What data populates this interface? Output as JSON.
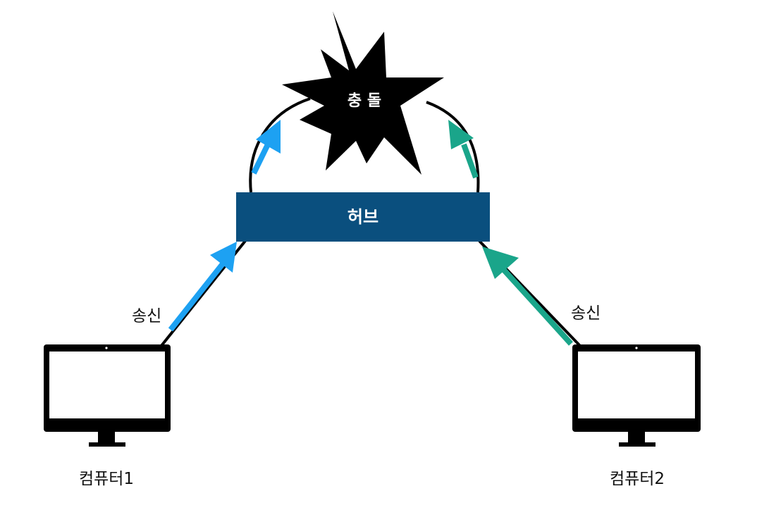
{
  "collision": {
    "label": "충 돌",
    "color": "#000000"
  },
  "hub": {
    "label": "허브",
    "color": "#0a4f7e"
  },
  "computer1": {
    "label": "컴퓨터1",
    "send_label": "송신",
    "arrow_color": "#1da1f2"
  },
  "computer2": {
    "label": "컴퓨터2",
    "send_label": "송신",
    "arrow_color": "#1aa58a"
  }
}
